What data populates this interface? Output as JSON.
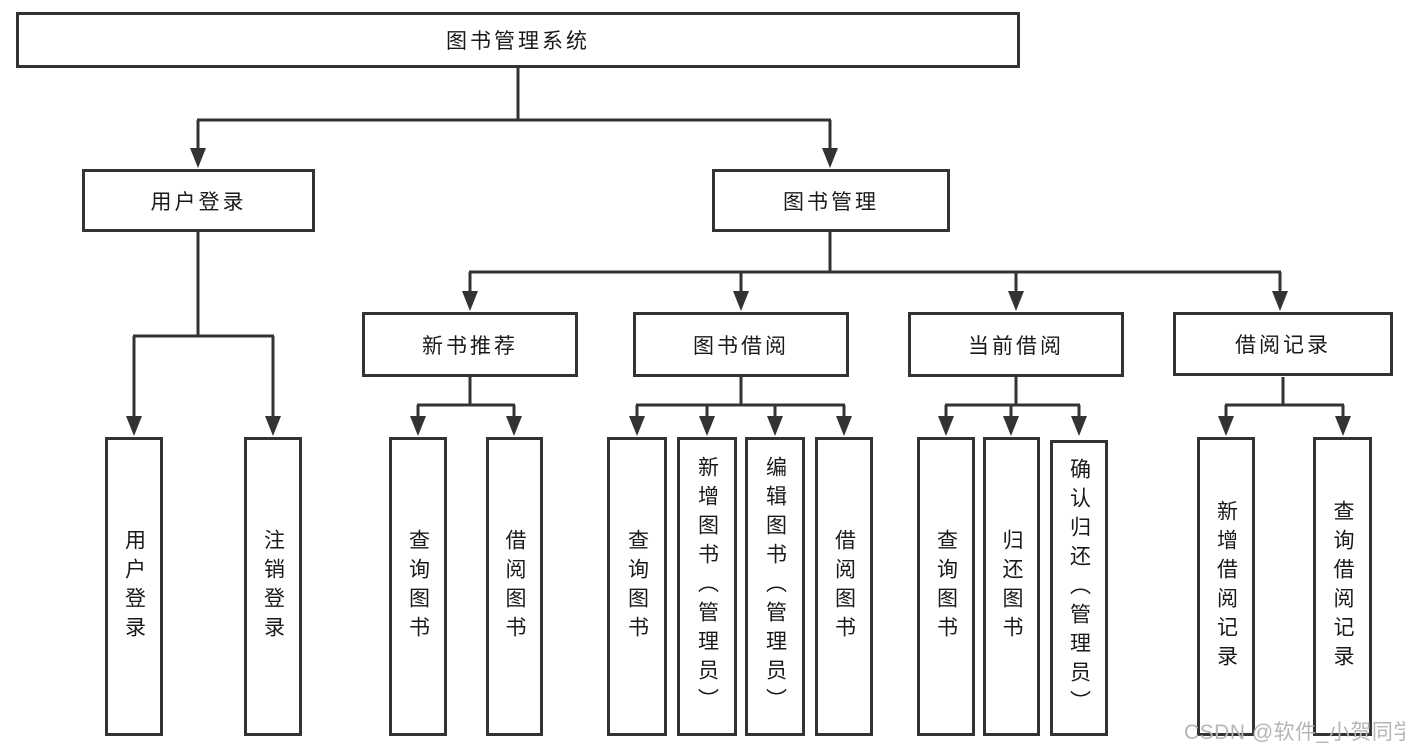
{
  "colors": {
    "line": "#333333",
    "box_border": "#333333",
    "text": "#1a1a1a",
    "background": "#ffffff",
    "watermark": "#b6b6b6"
  },
  "watermark": {
    "text": "CSDN @软件_小贺同学"
  },
  "tree": {
    "label": "图书管理系统",
    "children": [
      {
        "label": "用户登录",
        "children": [
          {
            "label": "用户登录"
          },
          {
            "label": "注销登录"
          }
        ]
      },
      {
        "label": "图书管理",
        "children": [
          {
            "label": "新书推荐",
            "children": [
              {
                "label": "查询图书"
              },
              {
                "label": "借阅图书"
              }
            ]
          },
          {
            "label": "图书借阅",
            "children": [
              {
                "label": "查询图书"
              },
              {
                "label": "新增图书（管理员）"
              },
              {
                "label": "编辑图书（管理员）"
              },
              {
                "label": "借阅图书"
              }
            ]
          },
          {
            "label": "当前借阅",
            "children": [
              {
                "label": "查询图书"
              },
              {
                "label": "归还图书"
              },
              {
                "label": "确认归还（管理员）"
              }
            ]
          },
          {
            "label": "借阅记录",
            "children": [
              {
                "label": "新增借阅记录"
              },
              {
                "label": "查询借阅记录"
              }
            ]
          }
        ]
      }
    ]
  }
}
